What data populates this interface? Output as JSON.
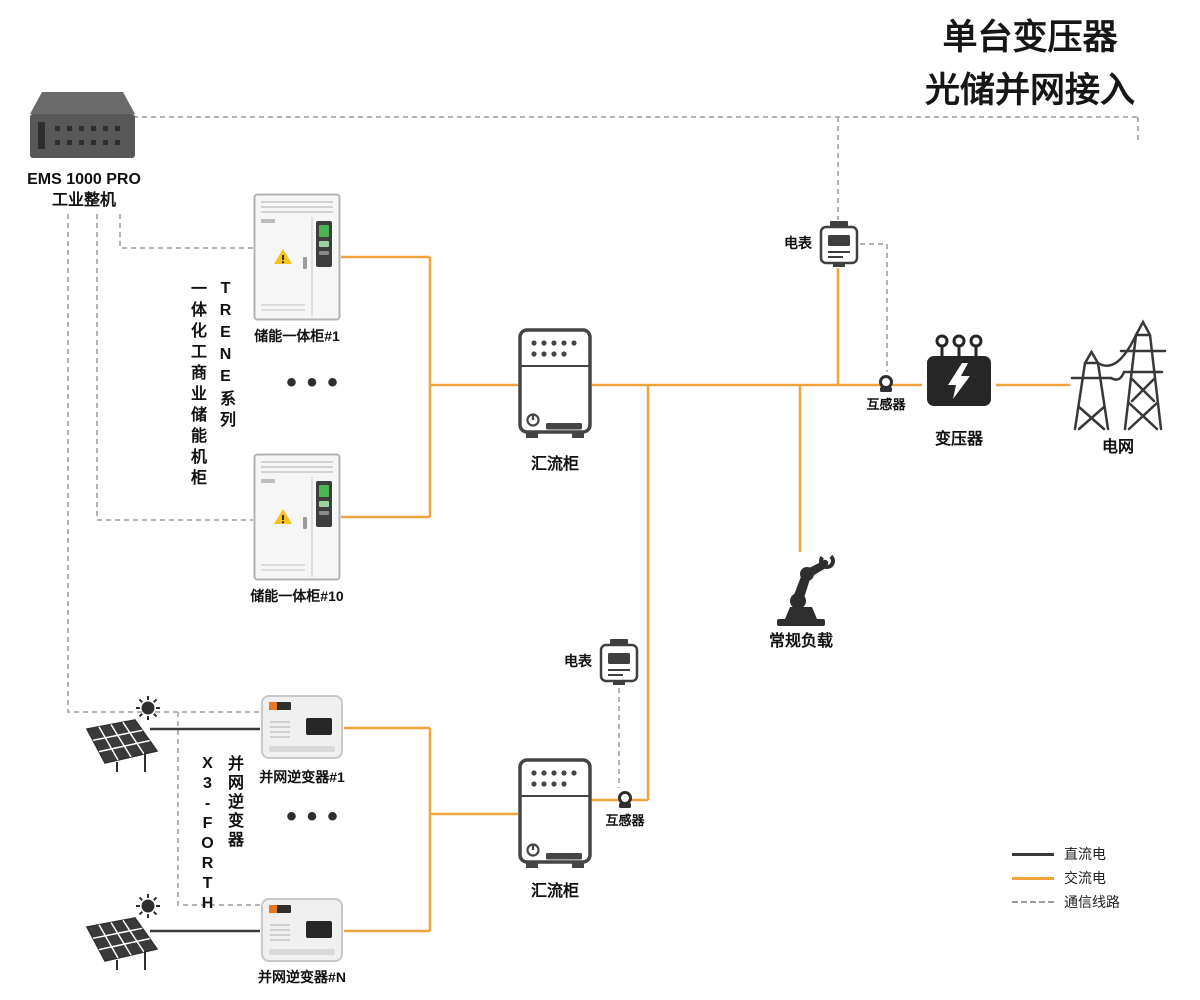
{
  "title": {
    "line1": "单台变压器",
    "line2": "光储并网接入"
  },
  "ems": {
    "label_line1": "EMS 1000 PRO",
    "label_line2": "工业整机"
  },
  "storage": {
    "series_col_left": "一体化工商业储能机柜",
    "series_col_right": "TRENE系列",
    "cabinet1_label": "储能一体柜#1",
    "cabinet10_label": "储能一体柜#10",
    "ellipsis": "•••"
  },
  "pv": {
    "series_col_left": "X3-FORTH",
    "series_col_right": "并网逆变器",
    "inverter1_label": "并网逆变器#1",
    "inverterN_label": "并网逆变器#N",
    "ellipsis": "•••"
  },
  "nodes": {
    "combiner_top_label": "汇流柜",
    "combiner_bottom_label": "汇流柜",
    "meter_top_label": "电表",
    "meter_bottom_label": "电表",
    "ct_top_label": "互感器",
    "ct_bottom_label": "互感器",
    "transformer_label": "变压器",
    "grid_label": "电网",
    "load_label": "常规负载"
  },
  "legend": {
    "items": [
      {
        "label": "直流电",
        "color": "#3a3a3a",
        "style": "solid"
      },
      {
        "label": "交流电",
        "color": "#f1a33c",
        "style": "solid"
      },
      {
        "label": "通信线路",
        "color": "#9b9b9b",
        "style": "dashed"
      }
    ]
  },
  "colors": {
    "ac_line": "#f1a33c",
    "dc_line": "#3a3a3a",
    "comm_line": "#ababab"
  }
}
